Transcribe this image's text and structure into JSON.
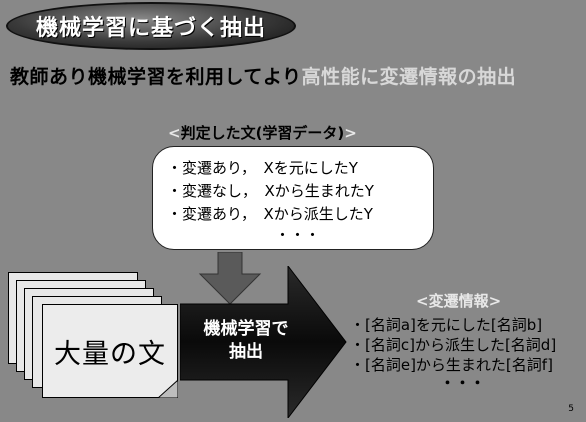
{
  "title": "機械学習に基づく抽出",
  "subtitle": {
    "part1": "教師あり機械学習を利用してより",
    "part2": "高性能に変遷情報の抽出"
  },
  "training_label": {
    "open": "<",
    "text": "判定した文(学習データ)",
    "close": ">"
  },
  "training_examples": [
    "・変遷あり，　Xを元にしたY",
    "・変遷なし，　Xから生まれたY",
    "・変遷あり，　Xから派生したY",
    "・・・"
  ],
  "corpus_label": "大量の文",
  "arrow_label_line1": "機械学習で",
  "arrow_label_line2": "抽出",
  "output_label": "<変遷情報>",
  "output_items": [
    "・[名詞a]を元にした[名詞b]",
    "・[名詞c]から派生した[名詞d]",
    "・[名詞e]から生まれた[名詞f]",
    "・・・"
  ],
  "page_number": "5"
}
